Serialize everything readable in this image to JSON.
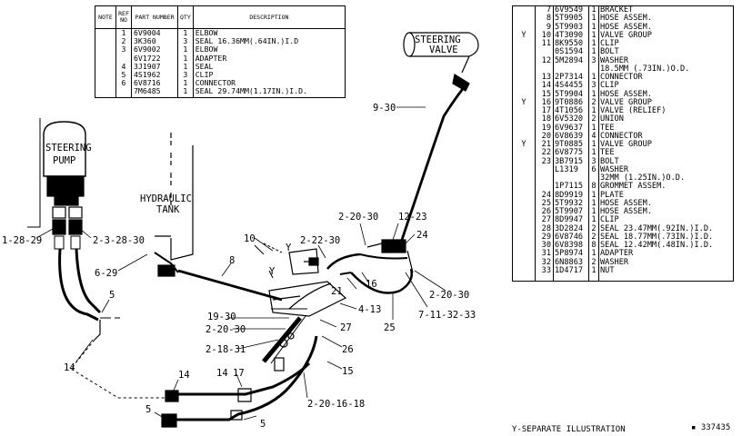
{
  "top_table": {
    "headers": {
      "note": "NOTE",
      "ref": "REF NO",
      "part": "PART NUMBER",
      "qty": "QTY",
      "desc": "DESCRIPTION"
    },
    "rows": [
      {
        "note": "",
        "ref": "1",
        "part": "6V9004",
        "qty": "1",
        "desc": "ELBOW"
      },
      {
        "note": "",
        "ref": "2",
        "part": "3K360",
        "qty": "3",
        "desc": "SEAL  16.36MM(.64IN.)I.D"
      },
      {
        "note": "",
        "ref": "3",
        "part": "6V9002",
        "qty": "1",
        "desc": "ELBOW"
      },
      {
        "note": "",
        "ref": "",
        "part": "6V1722",
        "qty": "1",
        "desc": "ADAPTER"
      },
      {
        "note": "",
        "ref": "4",
        "part": "3J1907",
        "qty": "1",
        "desc": "SEAL"
      },
      {
        "note": "",
        "ref": "5",
        "part": "4S1962",
        "qty": "3",
        "desc": "CLIP"
      },
      {
        "note": "",
        "ref": "6",
        "part": "6V8716",
        "qty": "1",
        "desc": "CONNECTOR"
      },
      {
        "note": "",
        "ref": "",
        "part": "7M6485",
        "qty": "1",
        "desc": "SEAL 29.74MM(1.17IN.)I.D."
      }
    ]
  },
  "parts_list": {
    "rows": [
      {
        "note": "",
        "ref": "7",
        "part": "6V9549",
        "qty": "1",
        "desc": "BRACKET"
      },
      {
        "note": "",
        "ref": "8",
        "part": "5T9905",
        "qty": "1",
        "desc": "HOSE ASSEM."
      },
      {
        "note": "",
        "ref": "9",
        "part": "5T9903",
        "qty": "1",
        "desc": "HOSE ASSEM."
      },
      {
        "note": "Y",
        "ref": "10",
        "part": "4T3090",
        "qty": "1",
        "desc": "VALVE GROUP"
      },
      {
        "note": "",
        "ref": "11",
        "part": "8K9550",
        "qty": "1",
        "desc": "CLIP"
      },
      {
        "note": "",
        "ref": "",
        "part": "0S1594",
        "qty": "1",
        "desc": "BOLT"
      },
      {
        "note": "",
        "ref": "12",
        "part": "5M2894",
        "qty": "3",
        "desc": "WASHER"
      },
      {
        "note": "",
        "ref": "",
        "part": "",
        "qty": "",
        "desc": "18.5MM (.73IN.)O.D."
      },
      {
        "note": "",
        "ref": "13",
        "part": "2P7314",
        "qty": "1",
        "desc": "CONNECTOR"
      },
      {
        "note": "",
        "ref": "14",
        "part": "4S4455",
        "qty": "3",
        "desc": "CLIP"
      },
      {
        "note": "",
        "ref": "15",
        "part": "5T9904",
        "qty": "1",
        "desc": "HOSE ASSEM."
      },
      {
        "note": "Y",
        "ref": "16",
        "part": "9T0886",
        "qty": "2",
        "desc": "VALVE GROUP"
      },
      {
        "note": "",
        "ref": "17",
        "part": "4T1056",
        "qty": "1",
        "desc": "VALVE (RELIEF)"
      },
      {
        "note": "",
        "ref": "18",
        "part": "6V5320",
        "qty": "2",
        "desc": "UNION"
      },
      {
        "note": "",
        "ref": "19",
        "part": "6V9637",
        "qty": "1",
        "desc": "TEE"
      },
      {
        "note": "",
        "ref": "20",
        "part": "6V8639",
        "qty": "4",
        "desc": "CONNECTOR"
      },
      {
        "note": "Y",
        "ref": "21",
        "part": "9T0885",
        "qty": "1",
        "desc": "VALVE GROUP"
      },
      {
        "note": "",
        "ref": "22",
        "part": "6V8775",
        "qty": "1",
        "desc": "TEE"
      },
      {
        "note": "",
        "ref": "23",
        "part": "3B7915",
        "qty": "3",
        "desc": "BOLT"
      },
      {
        "note": "",
        "ref": "",
        "part": "L1319",
        "qty": "6",
        "desc": "WASHER"
      },
      {
        "note": "",
        "ref": "",
        "part": "",
        "qty": "",
        "desc": "32MM (1.25IN.)O.D."
      },
      {
        "note": "",
        "ref": "",
        "part": "1P7115",
        "qty": "8",
        "desc": "GROMMET ASSEM."
      },
      {
        "note": "",
        "ref": "24",
        "part": "8D9919",
        "qty": "1",
        "desc": "PLATE"
      },
      {
        "note": "",
        "ref": "25",
        "part": "5T9932",
        "qty": "1",
        "desc": "HOSE ASSEM."
      },
      {
        "note": "",
        "ref": "26",
        "part": "5T9907",
        "qty": "1",
        "desc": "HOSE ASSEM."
      },
      {
        "note": "",
        "ref": "27",
        "part": "8D9947",
        "qty": "1",
        "desc": "CLIP"
      },
      {
        "note": "",
        "ref": "28",
        "part": "3D2824",
        "qty": "2",
        "desc": "SEAL  23.47MM(.92IN.)I.D."
      },
      {
        "note": "",
        "ref": "29",
        "part": "6V8746",
        "qty": "2",
        "desc": "SEAL  18.77MM(.73IN.)I.D."
      },
      {
        "note": "",
        "ref": "30",
        "part": "6V8398",
        "qty": "8",
        "desc": "SEAL  12.42MM(.48IN.)I.D."
      },
      {
        "note": "",
        "ref": "31",
        "part": "5P8974",
        "qty": "1",
        "desc": "ADAPTER"
      },
      {
        "note": "",
        "ref": "32",
        "part": "6N8863",
        "qty": "2",
        "desc": "WASHER"
      },
      {
        "note": "",
        "ref": "33",
        "part": "1D4717",
        "qty": "1",
        "desc": "NUT"
      }
    ]
  },
  "footer": {
    "left": "Y-SEPARATE ILLUSTRATION",
    "right": "▪  337435"
  },
  "diagram": {
    "labels": {
      "steering_pump_l1": "STEERING",
      "steering_pump_l2": "PUMP",
      "hydraulic_tank_l1": "HYDRAULIC",
      "hydraulic_tank_l2": "TANK",
      "steering_valve_l1": "STEERING",
      "steering_valve_l2": "VALVE"
    },
    "callouts": {
      "c_1_28_29": "1-28-29",
      "c_2_3_28_30": "2-3-28-30",
      "c_6_29": "6-29",
      "c_5a": "5",
      "c_14a": "14",
      "c_19_30": "19-30",
      "c_2_20_30a": "2-20-30",
      "c_2_18_31": "2-18-31",
      "c_14b": "14",
      "c_17": "17",
      "c_14c": "14",
      "c_5b": "5",
      "c_5c": "5",
      "c_2_20_16_18": "2-20-16-18",
      "c_15": "15",
      "c_26": "26",
      "c_27": "27",
      "c_4_13": "4-13",
      "c_21": "21",
      "c_16": "16",
      "c_25": "25",
      "c_7_11_32_33": "7-11-32-33",
      "c_2_20_30b": "2-20-30",
      "c_24": "24",
      "c_12_23": "12-23",
      "c_2_20_30c": "2-20-30",
      "c_2_22_30": "2-22-30",
      "c_10": "10",
      "c_8": "8",
      "c_9_30": "9-30",
      "c_y1": "Y",
      "c_y2": "Y"
    }
  }
}
